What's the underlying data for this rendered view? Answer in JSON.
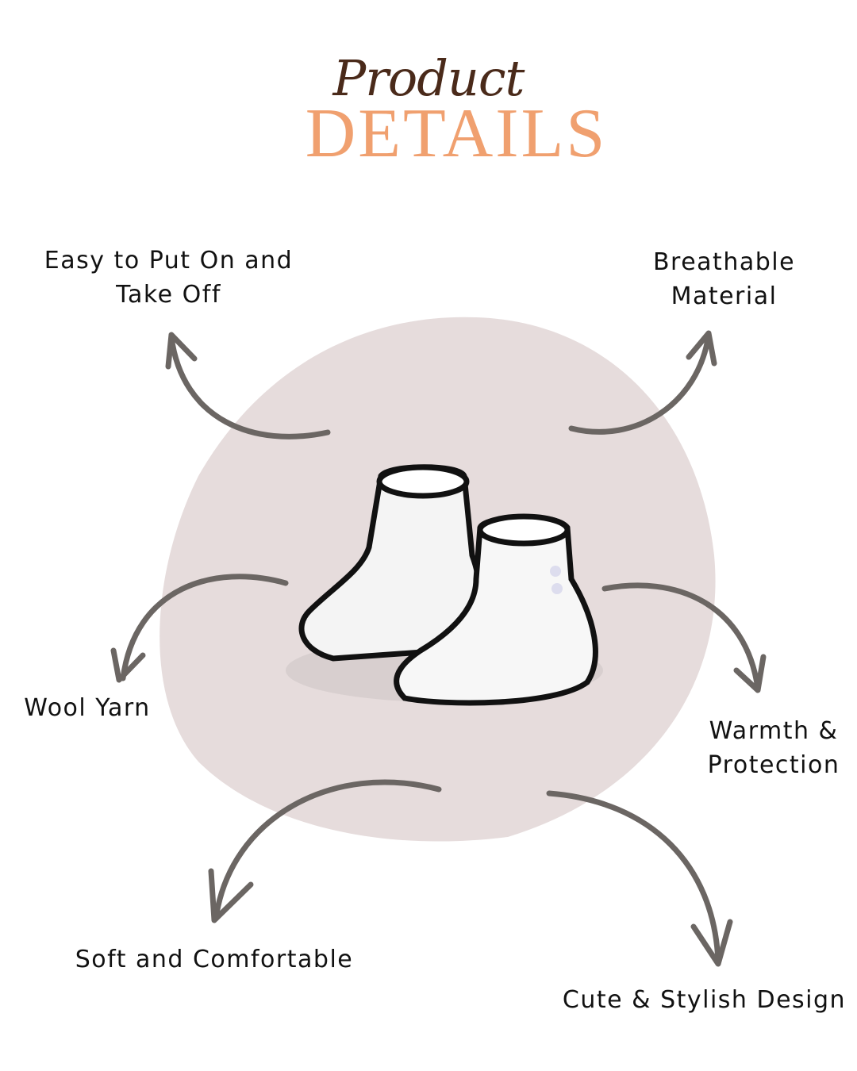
{
  "title": {
    "line1": "Product",
    "line2": "DETAILS"
  },
  "features": [
    {
      "label": "Easy to Put On and\nTake Off"
    },
    {
      "label": "Breathable\nMaterial"
    },
    {
      "label": "Wool Yarn"
    },
    {
      "label": "Warmth &\nProtection"
    },
    {
      "label": "Soft and Comfortable"
    },
    {
      "label": "Cute & Stylish Design"
    }
  ],
  "colors": {
    "title_dark": "#4a2a1a",
    "title_accent": "#f0a06f",
    "blob": "#e6dcdc",
    "arrow": "#6b6663"
  }
}
